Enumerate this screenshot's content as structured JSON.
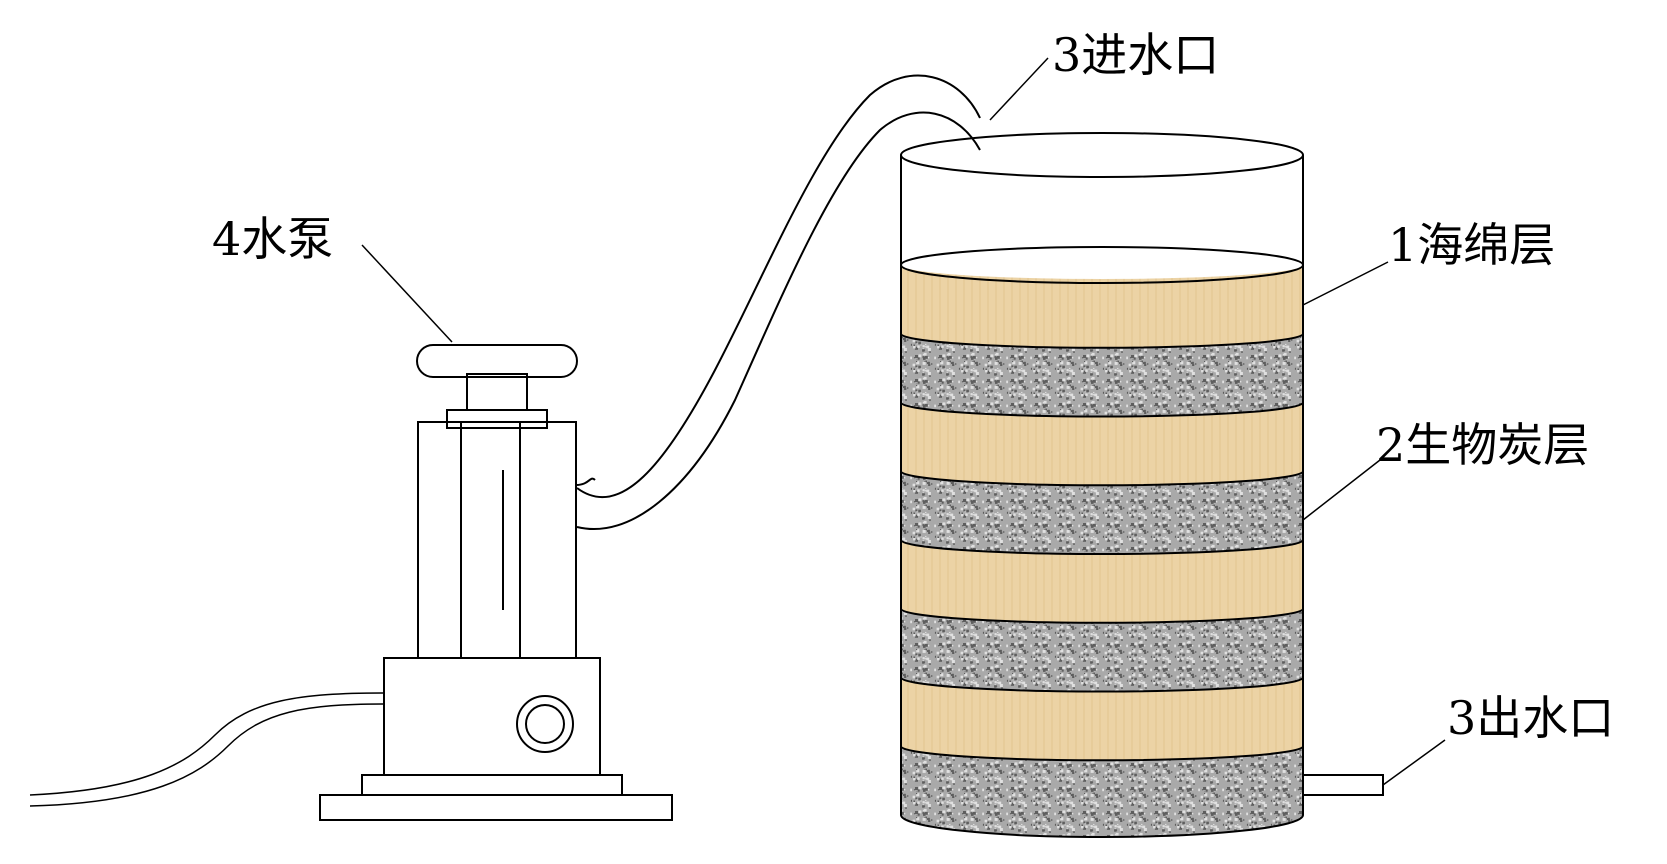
{
  "labels": {
    "inlet": "3进水口",
    "pump": "4水泵",
    "sponge": "1海绵层",
    "biochar": "2生物炭层",
    "outlet": "3出水口"
  },
  "colors": {
    "sponge": "#ecd3a5",
    "sponge_shade": "#e2c48f",
    "biochar": "#a9a9a9",
    "biochar_dark": "#5e5e5e",
    "biochar_light": "#e0e0e0",
    "line": "#000000",
    "background": "#ffffff"
  },
  "layers": [
    "sponge",
    "biochar",
    "sponge",
    "biochar",
    "sponge",
    "biochar",
    "sponge",
    "biochar"
  ]
}
